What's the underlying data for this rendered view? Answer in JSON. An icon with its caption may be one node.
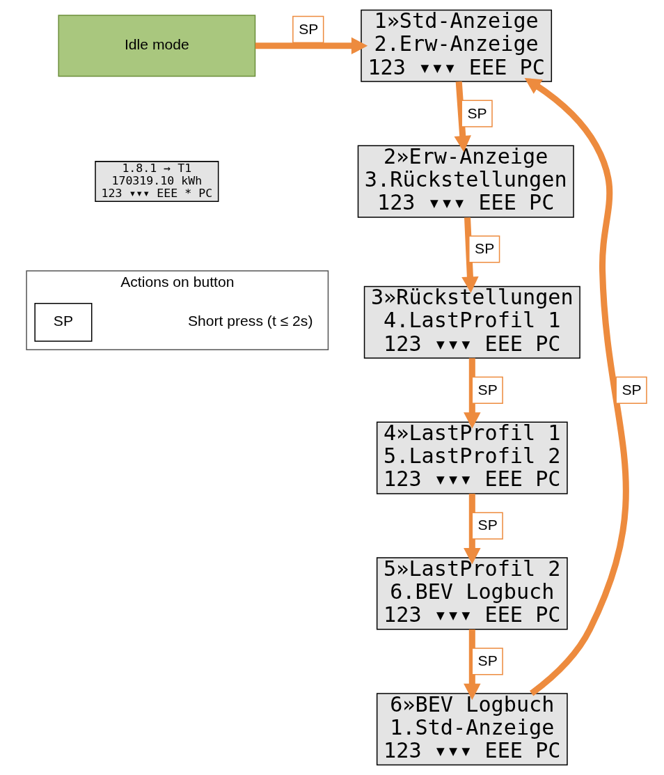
{
  "diagram": {
    "nodes": [
      {
        "text": [
          "Idle mode"
        ],
        "beside": [
          "1.8.1 → T1",
          "170319.10 kWh",
          "123 ▾▾▾ EEE * PC"
        ]
      },
      {
        "text": [
          "1»Std-Anzeige",
          "2.Erw-Anzeige",
          "123 ▾▾▾ EEE PC"
        ]
      },
      {
        "text": [
          "2»Erw-Anzeige",
          "3.Rückstellungen",
          "123 ▾▾▾ EEE PC"
        ]
      },
      {
        "text": [
          "3»Rückstellungen",
          "4.LastProfil 1",
          "123 ▾▾▾ EEE PC"
        ]
      },
      {
        "text": [
          "4»LastProfil 1",
          "5.LastProfil 2",
          "123 ▾▾▾ EEE PC"
        ]
      },
      {
        "text": [
          "5»LastProfil 2",
          "6.BEV Logbuch",
          "123 ▾▾▾ EEE PC"
        ]
      },
      {
        "text": [
          "6»BEV Logbuch",
          "1.Std-Anzeige",
          "123 ▾▾▾ EEE PC"
        ]
      },
      {
        "text": [
          "Actions on button",
          "Short press (t ≤ 2s)"
        ]
      },
      {
        "text": [
          "SP"
        ],
        "in": 7
      }
    ],
    "edges": [
      {
        "from": 0,
        "to": 1,
        "arrow": "to",
        "label": "SP"
      },
      {
        "from": 1,
        "to": 2,
        "arrow": "to",
        "label": "SP"
      },
      {
        "from": 2,
        "to": 3,
        "arrow": "to",
        "label": "SP"
      },
      {
        "from": 3,
        "to": 4,
        "arrow": "to",
        "label": "SP"
      },
      {
        "from": 4,
        "to": 5,
        "arrow": "to",
        "label": "SP"
      },
      {
        "from": 5,
        "to": 6,
        "arrow": "to",
        "label": "SP"
      },
      {
        "from": 6,
        "to": 1,
        "arrow": "to",
        "label": "SP"
      }
    ]
  }
}
